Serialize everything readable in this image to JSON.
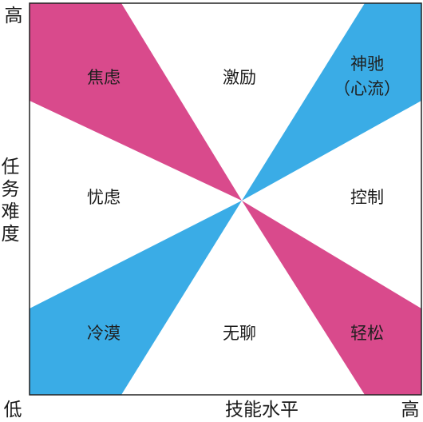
{
  "axes": {
    "y_top_label": "高",
    "y_title_chars": [
      "任",
      "务",
      "难",
      "度"
    ],
    "origin_label": "低",
    "x_title": "技能水平",
    "x_right_label": "高"
  },
  "regions": {
    "anxiety": "焦虑",
    "arousal": "激励",
    "flow_line1": "神驰",
    "flow_line2": "（心流）",
    "worry": "忧虑",
    "control": "控制",
    "apathy": "冷漠",
    "boredom": "无聊",
    "relaxation": "轻松"
  },
  "colors": {
    "magenta": "#d94a8c",
    "blue": "#3aace6",
    "frame": "#222222",
    "text": "#1a1a1a"
  }
}
